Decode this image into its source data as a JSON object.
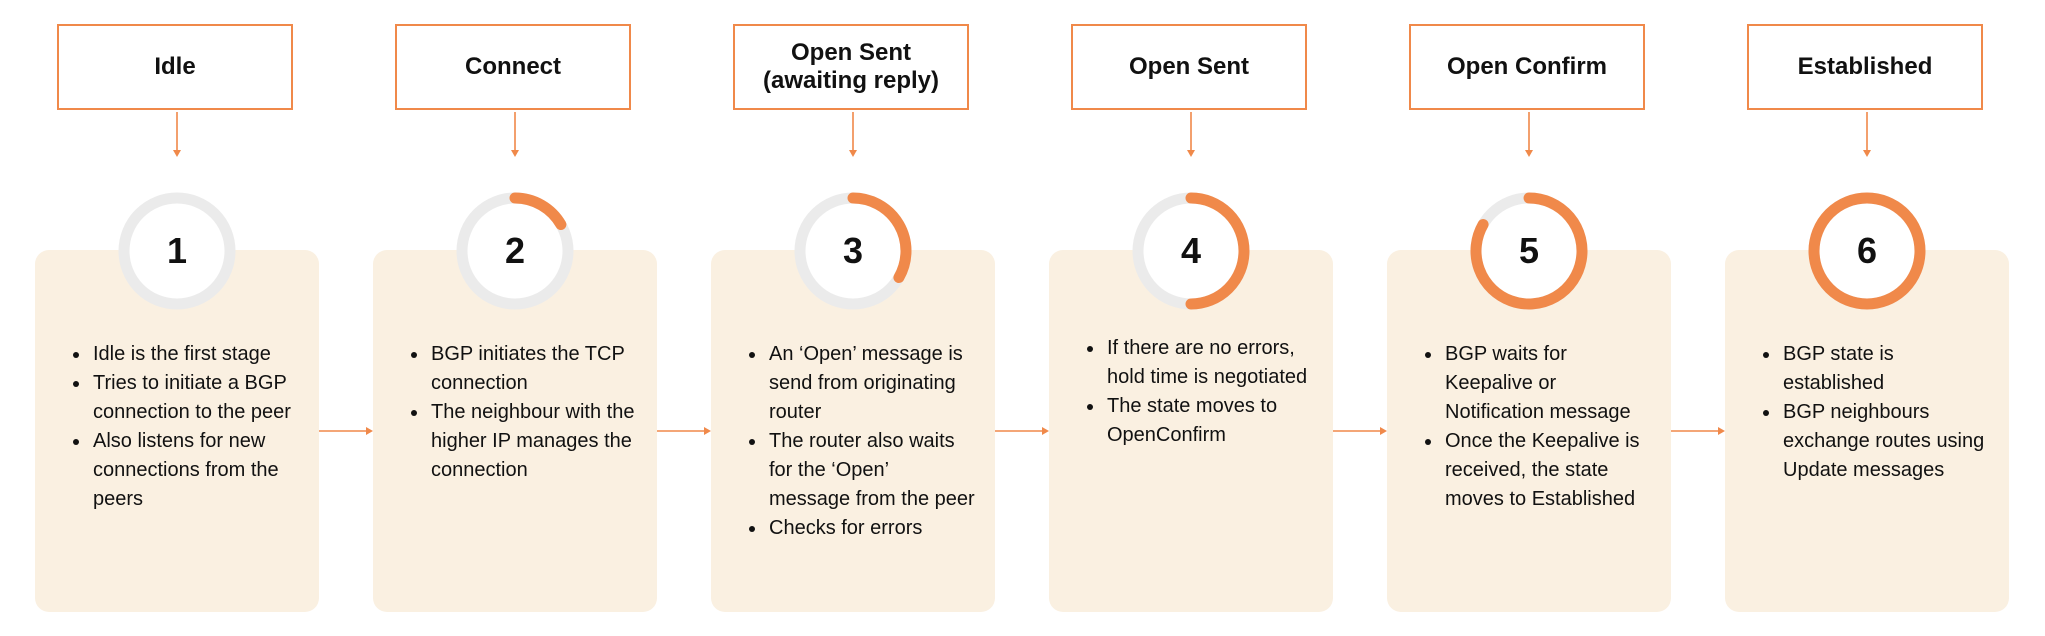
{
  "accent_color": "#f0894a",
  "track_color": "#ebebeb",
  "card_color": "#faf0e1",
  "stages": [
    {
      "title": "Idle",
      "number": "1",
      "progress": 0,
      "bullets": [
        "Idle is the first stage",
        "Tries to initiate a BGP connection to the peer",
        "Also listens for new connections from the peers"
      ]
    },
    {
      "title": "Connect",
      "number": "2",
      "progress": 0.1667,
      "bullets": [
        "BGP initiates the TCP connection",
        "The neighbour with the higher IP manages the connection"
      ]
    },
    {
      "title": "Open Sent\n(awaiting reply)",
      "number": "3",
      "progress": 0.3333,
      "bullets": [
        "An ‘Open’ message is send from originating router",
        "The router also waits for the ‘Open’ message from the peer",
        "Checks for errors"
      ]
    },
    {
      "title": "Open Sent",
      "number": "4",
      "progress": 0.5,
      "bullets": [
        "If there are no errors, hold time is negotiated",
        "The state moves to OpenConfirm"
      ]
    },
    {
      "title": "Open Confirm",
      "number": "5",
      "progress": 0.8333,
      "bullets": [
        "BGP waits for Keepalive or Notification message",
        "Once the Keepalive is received, the state moves to Established"
      ]
    },
    {
      "title": "Established",
      "number": "6",
      "progress": 1,
      "bullets": [
        "BGP state is established",
        "BGP neighbours exchange routes using Update messages"
      ]
    }
  ]
}
